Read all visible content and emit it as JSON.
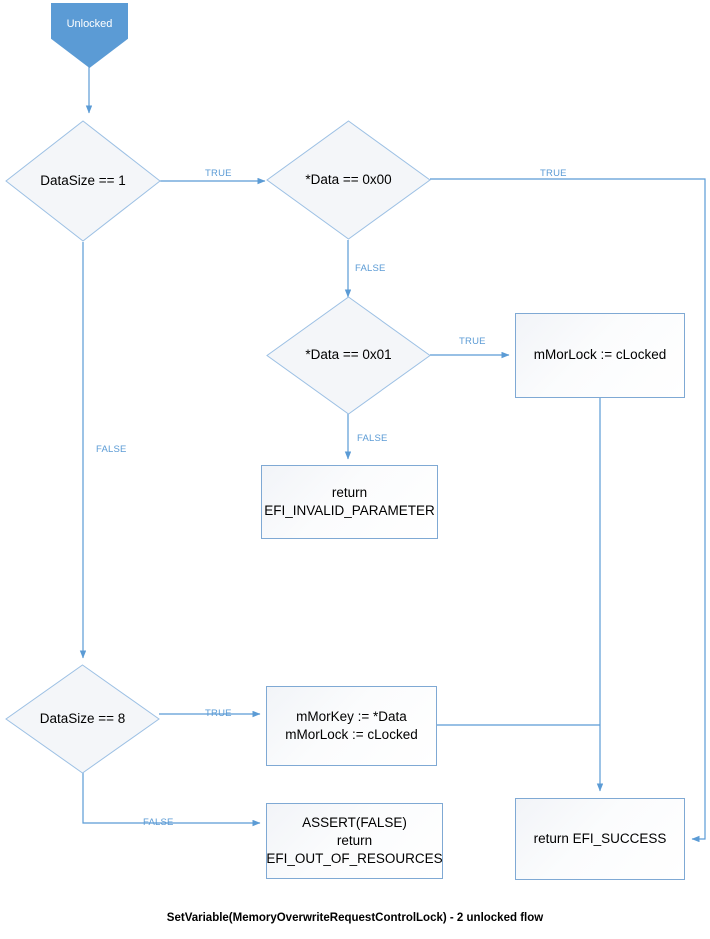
{
  "diagram": {
    "caption": "SetVariable(MemoryOverwriteRequestControlLock) - 2 unlocked flow",
    "colors": {
      "accent": "#5B9BD5",
      "node_border": "#7FA9D4",
      "terminator_fill": "#5B9BD5",
      "terminator_text": "#FFFFFF",
      "node_text": "#000000",
      "edge": "#5B9BD5",
      "background": "#FFFFFF"
    },
    "nodes": {
      "start": {
        "label": "Unlocked",
        "type": "terminator"
      },
      "datasize_1": {
        "label": "DataSize == 1",
        "type": "decision"
      },
      "data_eq_00": {
        "label": "*Data == 0x00",
        "type": "decision"
      },
      "data_eq_01": {
        "label": "*Data == 0x01",
        "type": "decision"
      },
      "set_clocked": {
        "label": "mMorLock := cLocked",
        "type": "process"
      },
      "invalid_param": {
        "label": "return\nEFI_INVALID_PARAMETER",
        "type": "process"
      },
      "datasize_8": {
        "label": "DataSize == 8",
        "type": "decision"
      },
      "set_key_lock": {
        "label": "mMorKey := *Data\nmMorLock := cLocked",
        "type": "process"
      },
      "assert_false": {
        "label": "ASSERT(FALSE)\nreturn\nEFI_OUT_OF_RESOURCES",
        "type": "process"
      },
      "success": {
        "label": "return EFI_SUCCESS",
        "type": "process"
      }
    },
    "edge_labels": {
      "ds1_true": "TRUE",
      "ds1_false": "FALSE",
      "data00_true": "TRUE",
      "data00_false": "FALSE",
      "data01_true": "TRUE",
      "data01_false": "FALSE",
      "ds8_true": "TRUE",
      "ds8_false": "FALSE"
    }
  }
}
